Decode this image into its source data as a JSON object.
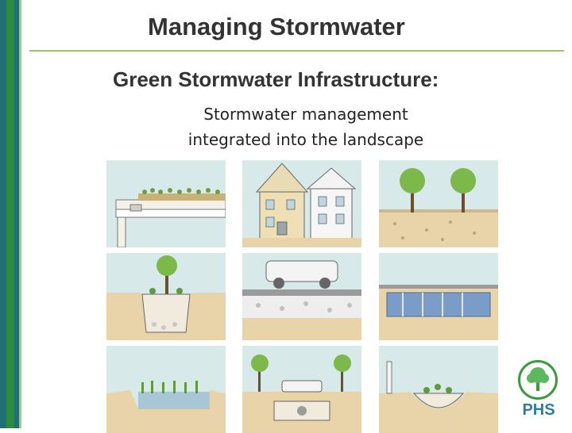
{
  "slide": {
    "title": "Managing Stormwater",
    "subtitle": "Green Stormwater Infrastructure:",
    "description_line1": "Stormwater management",
    "description_line2": "integrated into the landscape"
  },
  "logo": {
    "text": "PHS",
    "color": "#2a7fa0",
    "ring_color": "#3a9a3c"
  },
  "colors": {
    "sidebar_teal": "#1f6f7a",
    "sidebar_green": "#2e8b3e",
    "rule": "#9cc46a",
    "panel_bg": "#d8e9ea",
    "soil": "#e8d4a8"
  }
}
